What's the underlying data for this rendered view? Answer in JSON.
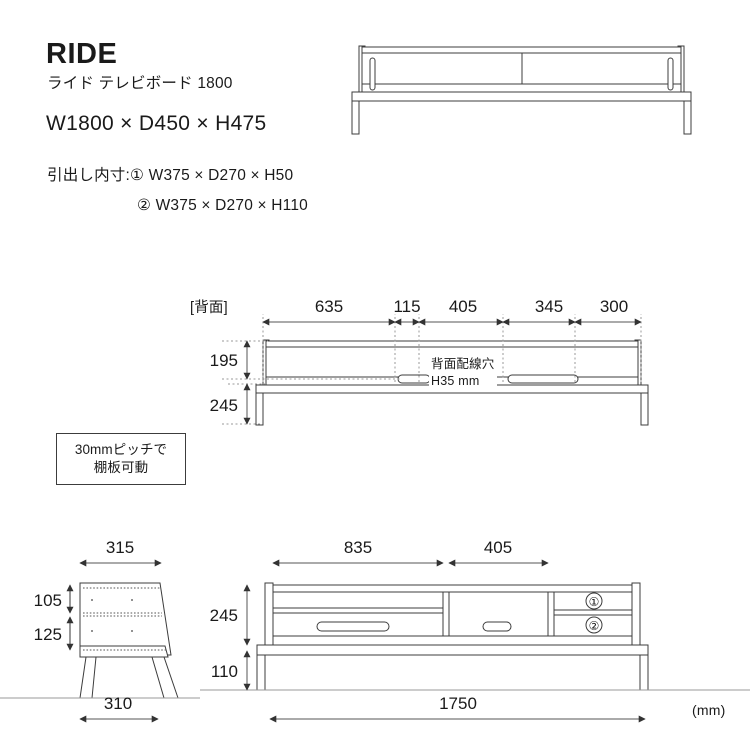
{
  "header": {
    "brand": "RIDE",
    "subtitle": "ライド テレビボード 1800",
    "main_dimensions": "W1800 × D450 × H475",
    "drawer_line_1": "引出し内寸:① W375 × D270 × H50",
    "drawer_line_2": "② W375 × D270 × H110"
  },
  "notes": {
    "shelf_pitch_line1": "30mmピッチで",
    "shelf_pitch_line2": "棚板可動",
    "cable_hole_line1": "背面配線穴",
    "cable_hole_line2": "H35 mm",
    "unit": "(mm)"
  },
  "back_view": {
    "tag": "[背面]",
    "horizontal_dims": [
      "635",
      "115",
      "405",
      "345",
      "300"
    ],
    "vertical_dims": [
      "195",
      "245"
    ]
  },
  "side_view": {
    "top_dim": "315",
    "bottom_dim": "310",
    "left_dims": [
      "105",
      "125"
    ]
  },
  "front_view": {
    "top_dims": [
      "835",
      "405"
    ],
    "left_dims": [
      "245",
      "110"
    ],
    "bottom_dim": "1750",
    "drawer_markers": [
      "①",
      "②"
    ]
  },
  "colors": {
    "line": "#3c3c3c",
    "dim_line": "#555555",
    "text": "#1a1a1a",
    "background": "#ffffff"
  }
}
